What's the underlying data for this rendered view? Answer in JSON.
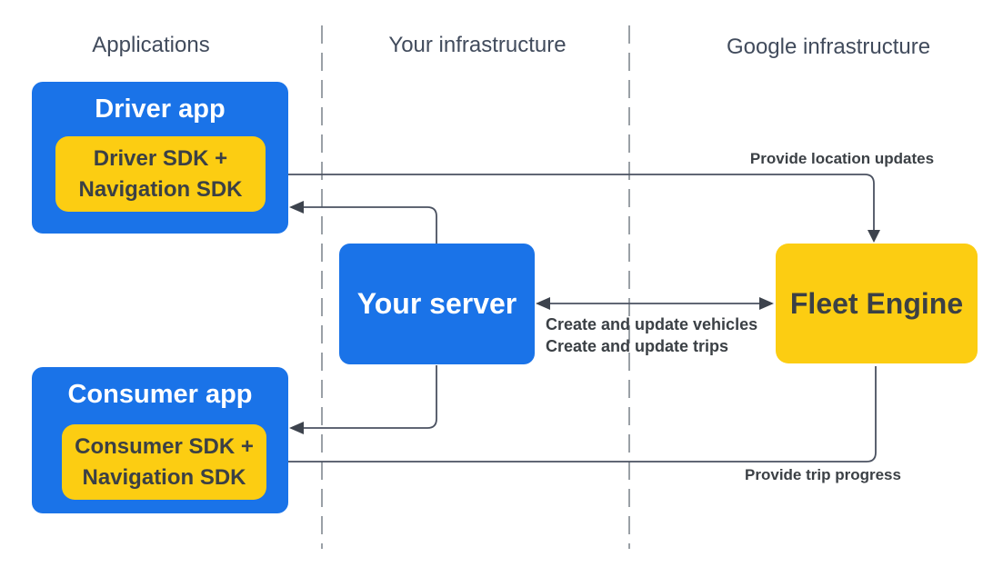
{
  "diagram": {
    "columns": [
      {
        "label": "Applications"
      },
      {
        "label": "Your infrastructure"
      },
      {
        "label": "Google infrastructure"
      }
    ],
    "nodes": {
      "driver_app": {
        "title": "Driver app"
      },
      "driver_sdk": {
        "line1": "Driver SDK +",
        "line2": "Navigation SDK"
      },
      "your_server": {
        "title": "Your server"
      },
      "consumer_app": {
        "title": "Consumer app"
      },
      "consumer_sdk": {
        "line1": "Consumer SDK +",
        "line2": "Navigation SDK"
      },
      "fleet_engine": {
        "title": "Fleet Engine"
      }
    },
    "edges": {
      "provide_location": {
        "label": "Provide location updates"
      },
      "create_update": {
        "line1": "Create and update vehicles",
        "line2": "Create and update trips"
      },
      "provide_trip": {
        "label": "Provide trip progress"
      }
    },
    "colors": {
      "box_blue": "#1a73e8",
      "box_yellow": "#fccd12",
      "text_on_blue": "#ffffff",
      "text_dark": "#3b4045",
      "header_text": "#414b5c",
      "connector_line": "#4a5160",
      "arrowhead": "#3d434d",
      "lane_divider": "#9aa0a6"
    }
  }
}
